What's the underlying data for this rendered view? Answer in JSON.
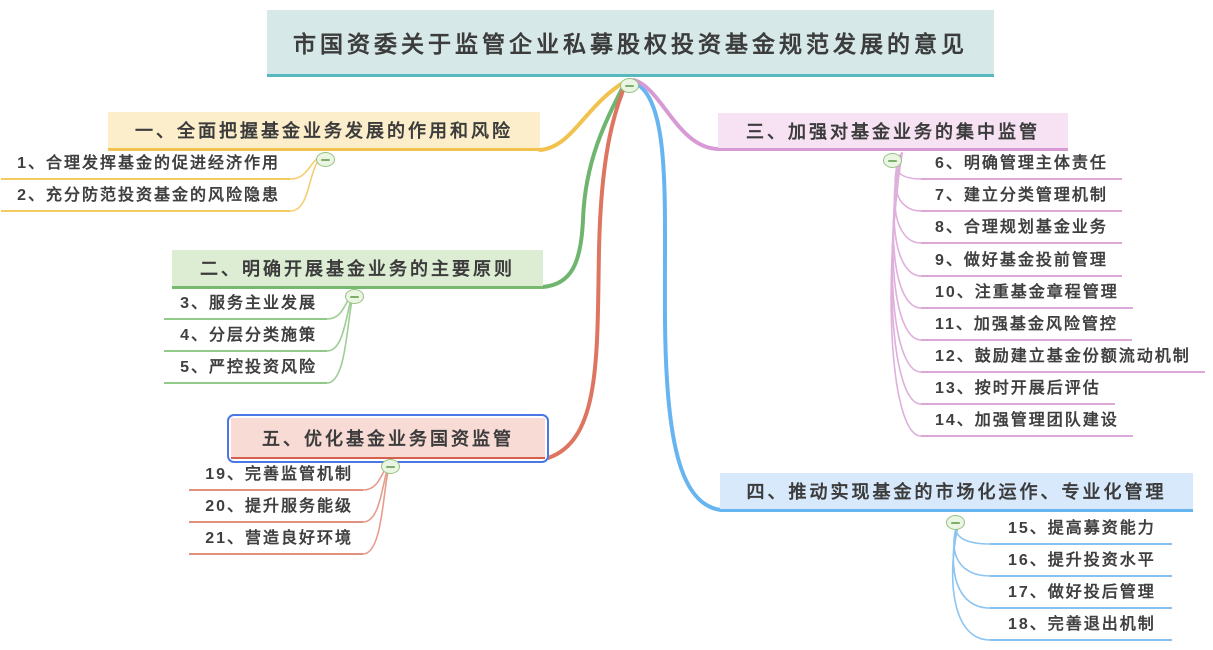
{
  "root": {
    "title": "市国资委关于监管企业私募股权投资基金规范发展的意见",
    "bg_color": "#D6E9E8",
    "line_color": "#57B9BE"
  },
  "branches": [
    {
      "label": "一、全面把握基金业务发展的作用和风险",
      "line_color": "#F2C24E",
      "bg_color": "#FCEECA",
      "items": [
        "1、合理发挥基金的促进经济作用",
        "2、充分防范投资基金的风险隐患"
      ]
    },
    {
      "label": "二、明确开展基金业务的主要原则",
      "line_color": "#76B96F",
      "bg_color": "#DCEDD4",
      "items": [
        "3、服务主业发展",
        "4、分层分类施策",
        "5、严控投资风险"
      ]
    },
    {
      "label": "三、加强对基金业务的集中监管",
      "line_color": "#D79AD5",
      "bg_color": "#F7E2F4",
      "items": [
        "6、明确管理主体责任",
        "7、建立分类管理机制",
        "8、合理规划基金业务",
        "9、做好基金投前管理",
        "10、注重基金章程管理",
        "11、加强基金风险管控",
        "12、鼓励建立基金份额流动机制",
        "13、按时开展后评估",
        "14、加强管理团队建设"
      ]
    },
    {
      "label": "四、推动实现基金的市场化运作、专业化管理",
      "line_color": "#66B5F1",
      "bg_color": "#D7E9FB",
      "items": [
        "15、提高募资能力",
        "16、提升投资水平",
        "17、做好投后管理",
        "18、完善退出机制"
      ]
    },
    {
      "label": "五、优化基金业务国资监管",
      "line_color": "#DD7561",
      "bg_color": "#F8DBD5",
      "selected": true,
      "selection_border_color": "#4A79E5",
      "items": [
        "19、完善监管机制",
        "20、提升服务能级",
        "21、营造良好环境"
      ]
    }
  ],
  "icons": {
    "collapse": "minus-in-circle"
  }
}
